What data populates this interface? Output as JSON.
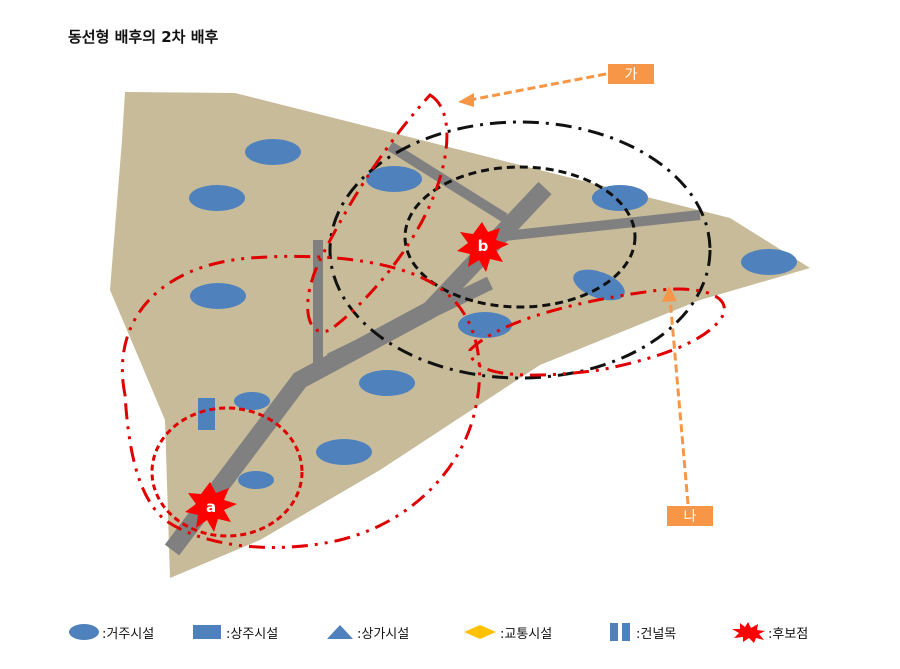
{
  "title": "동선형 배후의 2차 배후",
  "callouts": {
    "ga": "가",
    "na": "나"
  },
  "points": {
    "a": "a",
    "b": "b"
  },
  "legend": [
    {
      "icon": "ellipse-icon",
      "label": ":거주시설"
    },
    {
      "icon": "rectangle-icon",
      "label": ":상주시설"
    },
    {
      "icon": "triangle-icon",
      "label": ":상가시설"
    },
    {
      "icon": "diamond-icon",
      "label": ":교통시설"
    },
    {
      "icon": "double-bar-icon",
      "label": ":건널목"
    },
    {
      "icon": "starburst-icon",
      "label": ":후보점"
    }
  ],
  "colors": {
    "land": "#c7bb9a",
    "residential": "#4f81bd",
    "road": "#808080",
    "candidate": "#ff0000",
    "callout": "#f79646",
    "traffic": "#ffc000"
  }
}
